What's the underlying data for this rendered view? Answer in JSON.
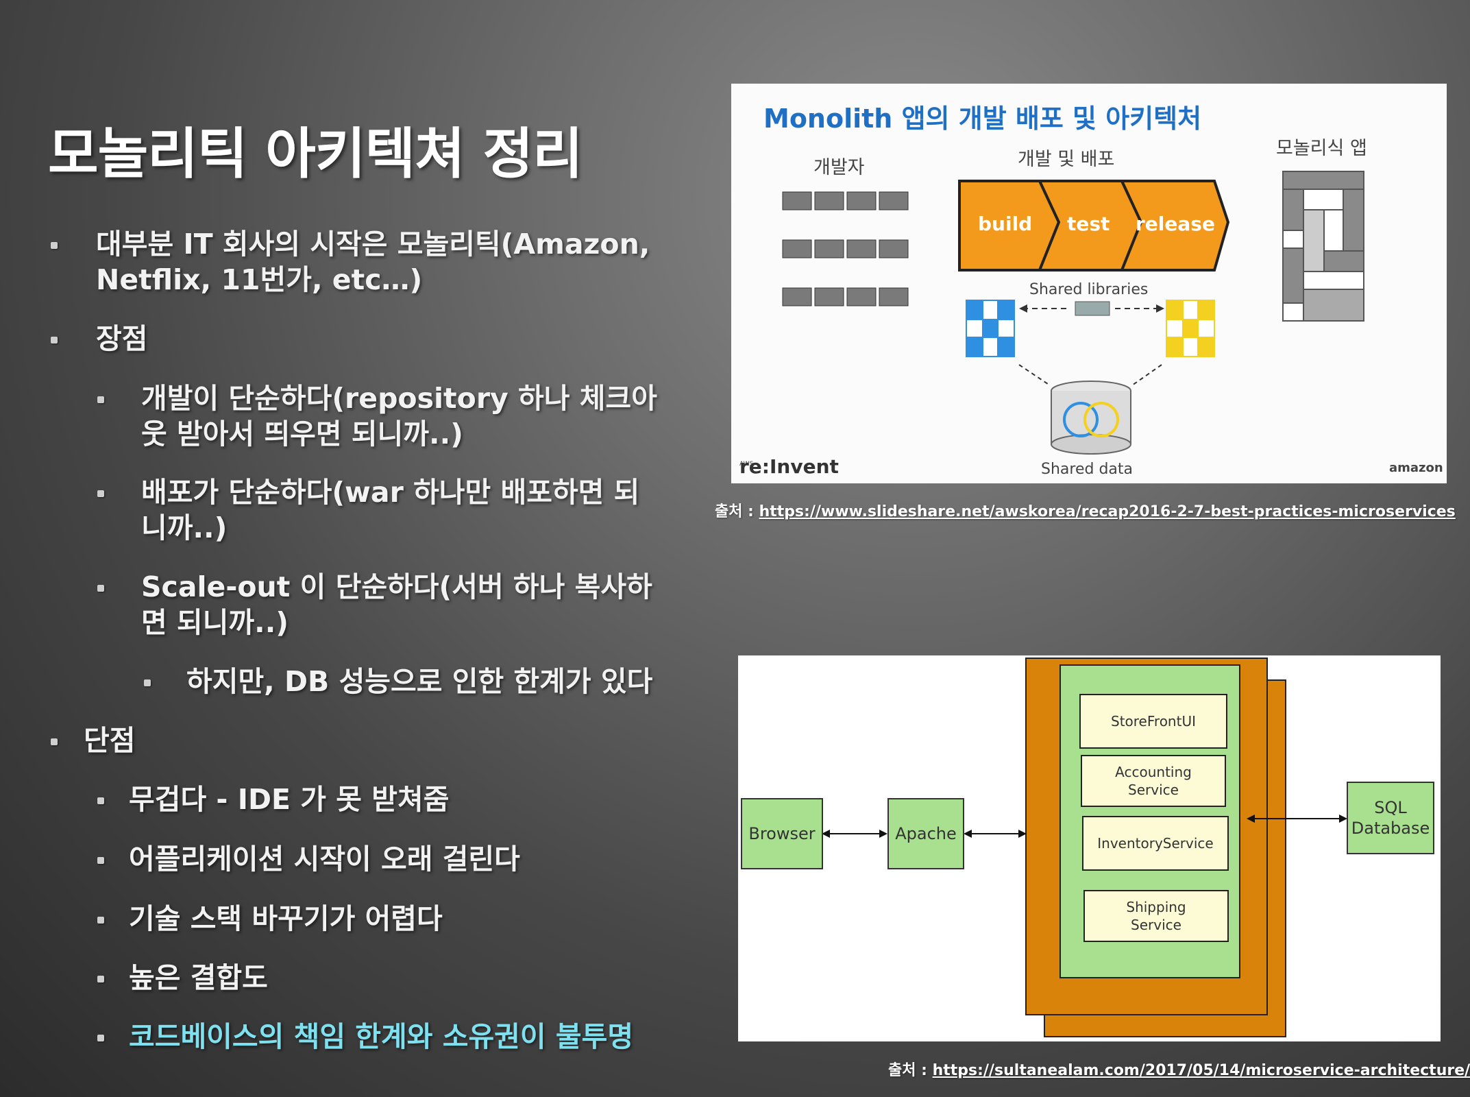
{
  "title": "모놀리틱 아키텍쳐 정리",
  "bullets": {
    "b1": "대부분 IT 회사의 시작은 모놀리틱(Amazon, Netflix, 11번가, etc…)",
    "pros": "장점",
    "pro1": "개발이 단순하다(repository 하나 체크아웃 받아서 띄우면 되니까..)",
    "pro2": "배포가 단순하다(war 하나만 배포하면 되니까..)",
    "pro3": "Scale-out 이 단순하다(서버 하나 복사하면 되니까..)",
    "pro3_sub": "하지만, DB 성능으로 인한 한계가 있다",
    "cons": "단점",
    "con1": "무겁다 - IDE 가 못 받쳐줌",
    "con2": "어플리케이션 시작이 오래 걸린다",
    "con3": "기술 스택 바꾸기가 어렵다",
    "con4": "높은 결합도",
    "con5": "코드베이스의 책임 한계와 소유권이 불투명"
  },
  "image1": {
    "heading": "Monolith 앱의 개발 배포 및 아키텍처",
    "developers_label": "개발자",
    "pipeline_label": "개발 및 배포",
    "app_label": "모놀리식 앱",
    "stages": [
      "build",
      "test",
      "release"
    ],
    "shared_libraries": "Shared libraries",
    "shared_data": "Shared data",
    "logo_left_small": "AWS",
    "logo_left": "re:Invent",
    "logo_right": "amazon",
    "colors": {
      "pipeline": "#f39a1c",
      "blue_block": "#2f8fe0",
      "yellow_block": "#f4d020"
    }
  },
  "citation1": {
    "prefix": "출처 : ",
    "url": "https://www.slideshare.net/awskorea/recap2016-2-7-best-practices-microservices"
  },
  "image2": {
    "browser": "Browser",
    "apache": "Apache",
    "services": [
      "StoreFrontUI",
      "Accounting Service",
      "InventoryService",
      "Shipping Service"
    ],
    "database": "SQL Database",
    "colors": {
      "outer": "#d9830a",
      "inner": "#a8e08f",
      "service": "#fdfbd6"
    }
  },
  "citation2": {
    "prefix": "출처 : ",
    "url": "https://sultanealam.com/2017/05/14/microservice-architecture/"
  }
}
